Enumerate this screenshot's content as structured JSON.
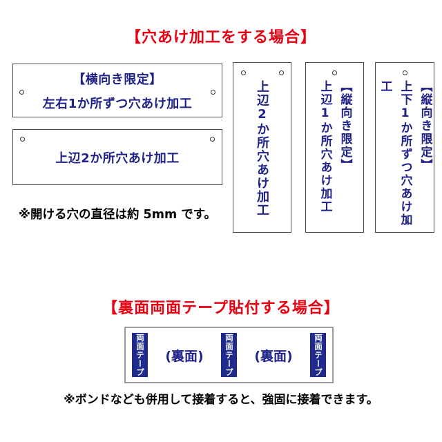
{
  "colors": {
    "title_red": "#e60012",
    "text_navy": "#1e2289",
    "tape_navy": "#1e2a8c",
    "board_border": "#4a4a4a",
    "tape_sign_border": "#9a9a9a"
  },
  "drilling_section": {
    "title": "【穴あけ加工をする場合】",
    "note": "※開ける穴の直径は約 5mm です。",
    "boards": [
      {
        "heading": "【横向き限定】",
        "text": "左右1か所ずつ穴あけ加工",
        "holes": "left-right"
      },
      {
        "text": "上辺2か所穴あけ加工",
        "holes": "top-corners"
      },
      {
        "text": "上辺2か所穴あけ加工",
        "holes": "top-corners"
      },
      {
        "heading": "【縦向き限定】",
        "text": "上辺1か所穴あけ加工",
        "holes": "top-center"
      },
      {
        "heading": "【縦向き限定】",
        "text": "上下1か所ずつ穴あけ加工",
        "holes": "top-bottom-center"
      }
    ]
  },
  "tape_section": {
    "title": "【裏面両面テープ貼付する場合】",
    "tape_label": "両面テープ",
    "back_label_1": "(裏面)",
    "back_label_2": "(裏面)",
    "note": "※ボンドなども併用して接着すると、強固に接着できます。"
  }
}
